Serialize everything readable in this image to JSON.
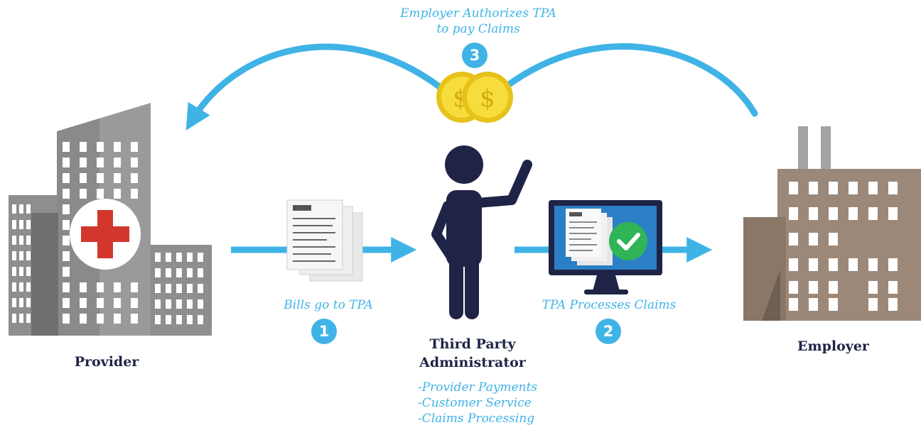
{
  "steps": [
    {
      "number": "1",
      "label": "Bills go to TPA"
    },
    {
      "number": "2",
      "label": "TPA Processes Claims"
    },
    {
      "number": "3",
      "label_line1": "Employer Authorizes TPA",
      "label_line2": "to pay Claims"
    }
  ],
  "actors": {
    "provider": "Provider",
    "tpa_line1": "Third Party",
    "tpa_line2": "Administrator",
    "employer": "Employer"
  },
  "tpa_services": [
    "-Provider Payments",
    "-Customer Service",
    "-Claims Processing"
  ],
  "icons": [
    "hospital-building-icon",
    "documents-icon",
    "person-icon",
    "monitor-check-icon",
    "factory-icon",
    "coins-icon"
  ],
  "colors": {
    "accent": "#3fb3e6",
    "navy": "#1f2447",
    "building_gray": "#8e8e90",
    "factory_brown": "#9c8878",
    "cross_red": "#d1372b",
    "coin_gold": "#f2d21b",
    "check_green": "#2fb457"
  }
}
